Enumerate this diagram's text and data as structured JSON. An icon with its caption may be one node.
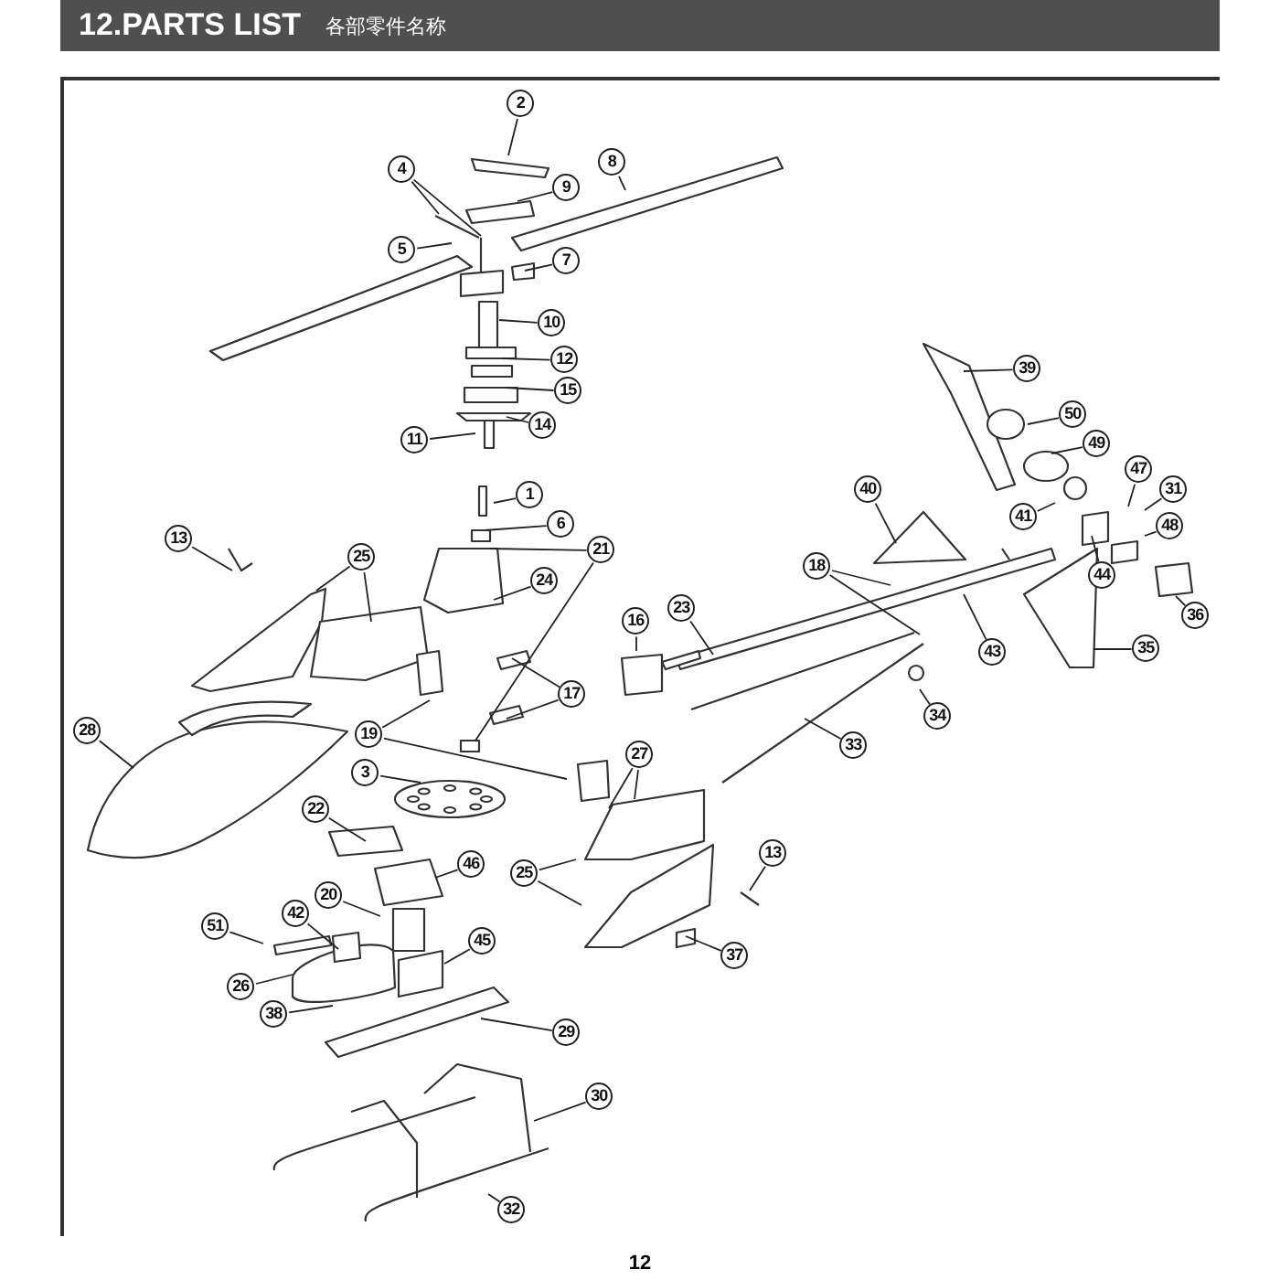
{
  "diagram": {
    "title": "12.PARTS LIST",
    "nodes": [
      {
        "text": [
          "2"
        ]
      },
      {
        "text": [
          "8"
        ]
      },
      {
        "text": [
          "4"
        ]
      },
      {
        "text": [
          "9"
        ]
      },
      {
        "text": [
          "5"
        ]
      },
      {
        "text": [
          "7"
        ]
      },
      {
        "text": [
          "10"
        ]
      },
      {
        "text": [
          "12"
        ]
      },
      {
        "text": [
          "39"
        ]
      },
      {
        "text": [
          "15"
        ]
      },
      {
        "text": [
          "50"
        ]
      },
      {
        "text": [
          "14"
        ]
      },
      {
        "text": [
          "11"
        ]
      },
      {
        "text": [
          "49"
        ]
      },
      {
        "text": [
          "47"
        ]
      },
      {
        "text": [
          "40"
        ]
      },
      {
        "text": [
          "31"
        ]
      },
      {
        "text": [
          "1"
        ]
      },
      {
        "text": [
          "41"
        ]
      },
      {
        "text": [
          "6"
        ]
      },
      {
        "text": [
          "48"
        ]
      },
      {
        "text": [
          "13"
        ]
      },
      {
        "text": [
          "21"
        ]
      },
      {
        "text": [
          "25"
        ]
      },
      {
        "text": [
          "18"
        ]
      },
      {
        "text": [
          "44"
        ]
      },
      {
        "text": [
          "24"
        ]
      },
      {
        "text": [
          "23"
        ]
      },
      {
        "text": [
          "36"
        ]
      },
      {
        "text": [
          "16"
        ]
      },
      {
        "text": [
          "35"
        ]
      },
      {
        "text": [
          "43"
        ]
      },
      {
        "text": [
          "17"
        ]
      },
      {
        "text": [
          "34"
        ]
      },
      {
        "text": [
          "28"
        ]
      },
      {
        "text": [
          "19"
        ]
      },
      {
        "text": [
          "33"
        ]
      },
      {
        "text": [
          "27"
        ]
      },
      {
        "text": [
          "3"
        ]
      },
      {
        "text": [
          "22"
        ]
      },
      {
        "text": [
          "13"
        ]
      },
      {
        "text": [
          "46"
        ]
      },
      {
        "text": [
          "25"
        ]
      },
      {
        "text": [
          "20"
        ]
      },
      {
        "text": [
          "42"
        ]
      },
      {
        "text": [
          "51"
        ]
      },
      {
        "text": [
          "45"
        ]
      },
      {
        "text": [
          "37"
        ]
      },
      {
        "text": [
          "26"
        ]
      },
      {
        "text": [
          "38"
        ]
      },
      {
        "text": [
          "29"
        ]
      },
      {
        "text": [
          "30"
        ]
      },
      {
        "text": [
          "32"
        ]
      }
    ],
    "edges": [
      {
        "from": 0,
        "to": null,
        "arrow": "none"
      },
      {
        "from": 1,
        "to": null,
        "arrow": "none"
      },
      {
        "from": 2,
        "to": null,
        "arrow": "none"
      },
      {
        "from": 2,
        "to": null,
        "arrow": "none"
      },
      {
        "from": 3,
        "to": null,
        "arrow": "none"
      },
      {
        "from": 4,
        "to": null,
        "arrow": "none"
      },
      {
        "from": 5,
        "to": null,
        "arrow": "none"
      },
      {
        "from": 6,
        "to": null,
        "arrow": "none"
      },
      {
        "from": 7,
        "to": null,
        "arrow": "none"
      },
      {
        "from": 8,
        "to": null,
        "arrow": "none"
      },
      {
        "from": 9,
        "to": null,
        "arrow": "none"
      },
      {
        "from": 10,
        "to": null,
        "arrow": "none"
      },
      {
        "from": 11,
        "to": null,
        "arrow": "none"
      },
      {
        "from": 12,
        "to": null,
        "arrow": "none"
      },
      {
        "from": 13,
        "to": null,
        "arrow": "none"
      },
      {
        "from": 14,
        "to": null,
        "arrow": "none"
      },
      {
        "from": 15,
        "to": null,
        "arrow": "none"
      },
      {
        "from": 16,
        "to": null,
        "arrow": "none"
      },
      {
        "from": 17,
        "to": null,
        "arrow": "none"
      },
      {
        "from": 18,
        "to": null,
        "arrow": "none"
      },
      {
        "from": 19,
        "to": null,
        "arrow": "none"
      },
      {
        "from": 20,
        "to": null,
        "arrow": "none"
      },
      {
        "from": 21,
        "to": null,
        "arrow": "none"
      },
      {
        "from": 22,
        "to": null,
        "arrow": "none"
      },
      {
        "from": 22,
        "to": null,
        "arrow": "none"
      },
      {
        "from": 23,
        "to": null,
        "arrow": "none"
      },
      {
        "from": 23,
        "to": null,
        "arrow": "none"
      },
      {
        "from": 24,
        "to": null,
        "arrow": "none"
      },
      {
        "from": 24,
        "to": null,
        "arrow": "none"
      },
      {
        "from": 25,
        "to": null,
        "arrow": "none"
      },
      {
        "from": 26,
        "to": null,
        "arrow": "none"
      },
      {
        "from": 27,
        "to": null,
        "arrow": "none"
      },
      {
        "from": 28,
        "to": null,
        "arrow": "none"
      },
      {
        "from": 29,
        "to": null,
        "arrow": "none"
      },
      {
        "from": 30,
        "to": null,
        "arrow": "none"
      },
      {
        "from": 31,
        "to": null,
        "arrow": "none"
      },
      {
        "from": 32,
        "to": null,
        "arrow": "none"
      },
      {
        "from": 32,
        "to": null,
        "arrow": "none"
      },
      {
        "from": 33,
        "to": null,
        "arrow": "none"
      },
      {
        "from": 34,
        "to": null,
        "arrow": "none"
      },
      {
        "from": 35,
        "to": null,
        "arrow": "none"
      },
      {
        "from": 35,
        "to": null,
        "arrow": "none"
      },
      {
        "from": 36,
        "to": null,
        "arrow": "none"
      },
      {
        "from": 37,
        "to": null,
        "arrow": "none"
      },
      {
        "from": 37,
        "to": null,
        "arrow": "none"
      },
      {
        "from": 38,
        "to": null,
        "arrow": "none"
      },
      {
        "from": 39,
        "to": null,
        "arrow": "none"
      },
      {
        "from": 40,
        "to": null,
        "arrow": "none"
      },
      {
        "from": 41,
        "to": null,
        "arrow": "none"
      },
      {
        "from": 42,
        "to": null,
        "arrow": "none"
      },
      {
        "from": 42,
        "to": null,
        "arrow": "none"
      },
      {
        "from": 43,
        "to": null,
        "arrow": "none"
      },
      {
        "from": 44,
        "to": null,
        "arrow": "none"
      },
      {
        "from": 45,
        "to": null,
        "arrow": "none"
      },
      {
        "from": 46,
        "to": null,
        "arrow": "none"
      },
      {
        "from": 47,
        "to": null,
        "arrow": "none"
      },
      {
        "from": 48,
        "to": null,
        "arrow": "none"
      },
      {
        "from": 49,
        "to": null,
        "arrow": "none"
      },
      {
        "from": 50,
        "to": null,
        "arrow": "none"
      },
      {
        "from": 51,
        "to": null,
        "arrow": "none"
      },
      {
        "from": 52,
        "to": null,
        "arrow": "none"
      }
    ],
    "labels": [
      "各部零件名称",
      "12"
    ]
  }
}
